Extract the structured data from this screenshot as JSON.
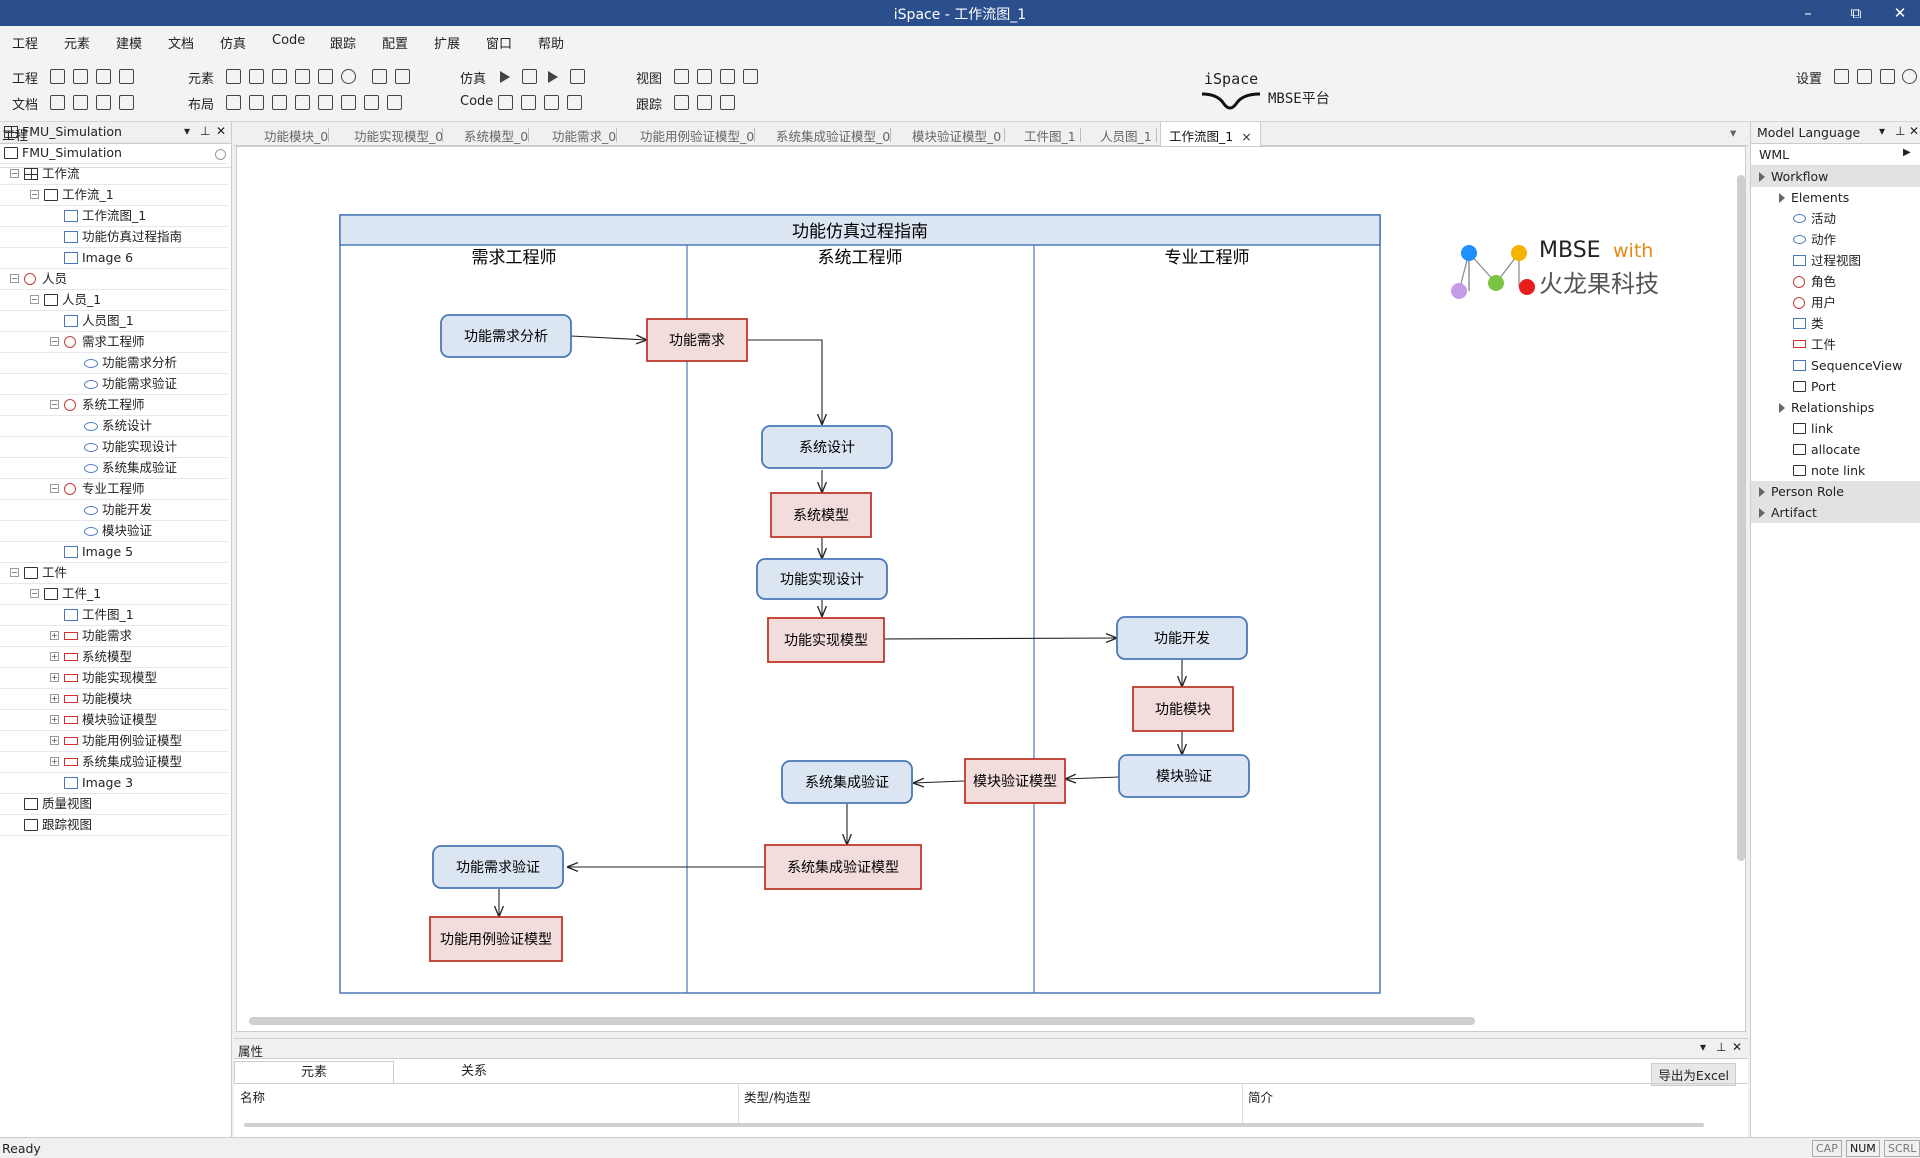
{
  "window": {
    "title": "iSpace - 工作流图_1",
    "minimize": "–",
    "restore": "⧉",
    "close": "✕"
  },
  "menu": [
    "工程",
    "元素",
    "建模",
    "文档",
    "仿真",
    "Code",
    "跟踪",
    "配置",
    "扩展",
    "窗口",
    "帮助"
  ],
  "toolbar": {
    "row1": [
      "工程",
      "元素",
      "仿真",
      "视图"
    ],
    "row2": [
      "文档",
      "布局",
      "Code",
      "跟踪"
    ],
    "logo_main": "iSpace",
    "logo_sub": "MBSE平台",
    "settings": "设置"
  },
  "left_panel": {
    "title": "工程",
    "tree": [
      {
        "label": "FMU_Simulation",
        "level": 0,
        "icon": "grid",
        "exp": ""
      },
      {
        "label": "FMU_Simulation",
        "level": 0,
        "icon": "folder",
        "exp": "⊟"
      },
      {
        "label": "工作流",
        "level": 1,
        "icon": "workflow",
        "exp": "⊟"
      },
      {
        "label": "工作流_1",
        "level": 2,
        "icon": "folder",
        "exp": "⊟"
      },
      {
        "label": "工作流图_1",
        "level": 3,
        "icon": "diagram",
        "exp": ""
      },
      {
        "label": "功能仿真过程指南",
        "level": 3,
        "icon": "img",
        "exp": ""
      },
      {
        "label": "Image 6",
        "level": 3,
        "icon": "img",
        "exp": ""
      },
      {
        "label": "人员",
        "level": 1,
        "icon": "person",
        "exp": "⊟"
      },
      {
        "label": "人员_1",
        "level": 2,
        "icon": "folder",
        "exp": "⊟"
      },
      {
        "label": "人员图_1",
        "level": 3,
        "icon": "diagram",
        "exp": ""
      },
      {
        "label": "需求工程师",
        "level": 3,
        "icon": "role",
        "exp": "⊟"
      },
      {
        "label": "功能需求分析",
        "level": 4,
        "icon": "oval",
        "exp": ""
      },
      {
        "label": "功能需求验证",
        "level": 4,
        "icon": "oval",
        "exp": ""
      },
      {
        "label": "系统工程师",
        "level": 3,
        "icon": "role",
        "exp": "⊟"
      },
      {
        "label": "系统设计",
        "level": 4,
        "icon": "oval",
        "exp": ""
      },
      {
        "label": "功能实现设计",
        "level": 4,
        "icon": "oval",
        "exp": ""
      },
      {
        "label": "系统集成验证",
        "level": 4,
        "icon": "oval",
        "exp": ""
      },
      {
        "label": "专业工程师",
        "level": 3,
        "icon": "role",
        "exp": "⊟"
      },
      {
        "label": "功能开发",
        "level": 4,
        "icon": "oval",
        "exp": ""
      },
      {
        "label": "模块验证",
        "level": 4,
        "icon": "oval",
        "exp": ""
      },
      {
        "label": "Image 5",
        "level": 3,
        "icon": "img",
        "exp": ""
      },
      {
        "label": "工件",
        "level": 1,
        "icon": "doc",
        "exp": "⊟"
      },
      {
        "label": "工件_1",
        "level": 2,
        "icon": "folder",
        "exp": "⊟"
      },
      {
        "label": "工件图_1",
        "level": 3,
        "icon": "diagram",
        "exp": ""
      },
      {
        "label": "功能需求",
        "level": 3,
        "icon": "red",
        "exp": "⊞"
      },
      {
        "label": "系统模型",
        "level": 3,
        "icon": "red",
        "exp": "⊞"
      },
      {
        "label": "功能实现模型",
        "level": 3,
        "icon": "red",
        "exp": "⊞"
      },
      {
        "label": "功能模块",
        "level": 3,
        "icon": "red",
        "exp": "⊞"
      },
      {
        "label": "模块验证模型",
        "level": 3,
        "icon": "red",
        "exp": "⊞"
      },
      {
        "label": "功能用例验证模型",
        "level": 3,
        "icon": "red",
        "exp": "⊞"
      },
      {
        "label": "系统集成验证模型",
        "level": 3,
        "icon": "red",
        "exp": "⊞"
      },
      {
        "label": "Image 3",
        "level": 3,
        "icon": "img",
        "exp": ""
      },
      {
        "label": "质量视图",
        "level": 1,
        "icon": "folder",
        "exp": ""
      },
      {
        "label": "跟踪视图",
        "level": 1,
        "icon": "folder",
        "exp": ""
      }
    ]
  },
  "tabs": [
    "功能模块_0",
    "功能实现模型_0",
    "系统模型_0",
    "功能需求_0",
    "功能用例验证模型_0",
    "系统集成验证模型_0",
    "模块验证模型_0",
    "工件图_1",
    "人员图_1",
    "工作流图_1"
  ],
  "active_tab_close": "×",
  "diagram": {
    "title": "功能仿真过程指南",
    "lanes": [
      "需求工程师",
      "系统工程师",
      "专业工程师"
    ],
    "nodes": {
      "a1": "功能需求分析",
      "r1": "功能需求",
      "a2": "系统设计",
      "r2": "系统模型",
      "a3": "功能实现设计",
      "r3": "功能实现模型",
      "a4": "功能开发",
      "r4": "功能模块",
      "a5": "模块验证",
      "r5": "模块验证模型",
      "a6": "系统集成验证",
      "r6": "系统集成验证模型",
      "a7": "功能需求验证",
      "r7": "功能用例验证模型"
    },
    "logo_text1": "MBSE",
    "logo_text2": "with",
    "logo_text3": "火龙果科技"
  },
  "right_panel": {
    "title": "Model Language",
    "selector": "WML",
    "items": [
      {
        "label": "Workflow",
        "kind": "group",
        "level": 0
      },
      {
        "label": "Elements",
        "kind": "sub",
        "level": 1
      },
      {
        "label": "活动",
        "kind": "item",
        "level": 2,
        "icon": "oval"
      },
      {
        "label": "动作",
        "kind": "item",
        "level": 2,
        "icon": "oval"
      },
      {
        "label": "过程视图",
        "kind": "item",
        "level": 2,
        "icon": "diagram"
      },
      {
        "label": "角色",
        "kind": "item",
        "level": 2,
        "icon": "role"
      },
      {
        "label": "用户",
        "kind": "item",
        "level": 2,
        "icon": "user"
      },
      {
        "label": "类",
        "kind": "item",
        "level": 2,
        "icon": "class"
      },
      {
        "label": "工件",
        "kind": "item",
        "level": 2,
        "icon": "red"
      },
      {
        "label": "SequenceView",
        "kind": "item",
        "level": 2,
        "icon": "diagram"
      },
      {
        "label": "Port",
        "kind": "item",
        "level": 2,
        "icon": "port"
      },
      {
        "label": "Relationships",
        "kind": "sub",
        "level": 1
      },
      {
        "label": "link",
        "kind": "item",
        "level": 2,
        "icon": "arrow"
      },
      {
        "label": "allocate",
        "kind": "item",
        "level": 2,
        "icon": "arrow"
      },
      {
        "label": "note link",
        "kind": "item",
        "level": 2,
        "icon": "line"
      },
      {
        "label": "Person Role",
        "kind": "group",
        "level": 0
      },
      {
        "label": "Artifact",
        "kind": "group",
        "level": 0
      }
    ]
  },
  "properties": {
    "title": "属性",
    "tabs": [
      "元素",
      "关系"
    ],
    "export": "导出为Excel",
    "columns": [
      "名称",
      "类型/构造型",
      "简介"
    ]
  },
  "status": {
    "text": "Ready",
    "indicators": [
      "CAP",
      "NUM",
      "SCRL"
    ]
  },
  "colors": {
    "titlebar": "#2b4e8c",
    "activity_fill": "#dce6f2",
    "activity_stroke": "#4a78b8",
    "artifact_fill": "#f2dcdc",
    "artifact_stroke": "#c0392b",
    "lane_header": "#dce6f2"
  }
}
